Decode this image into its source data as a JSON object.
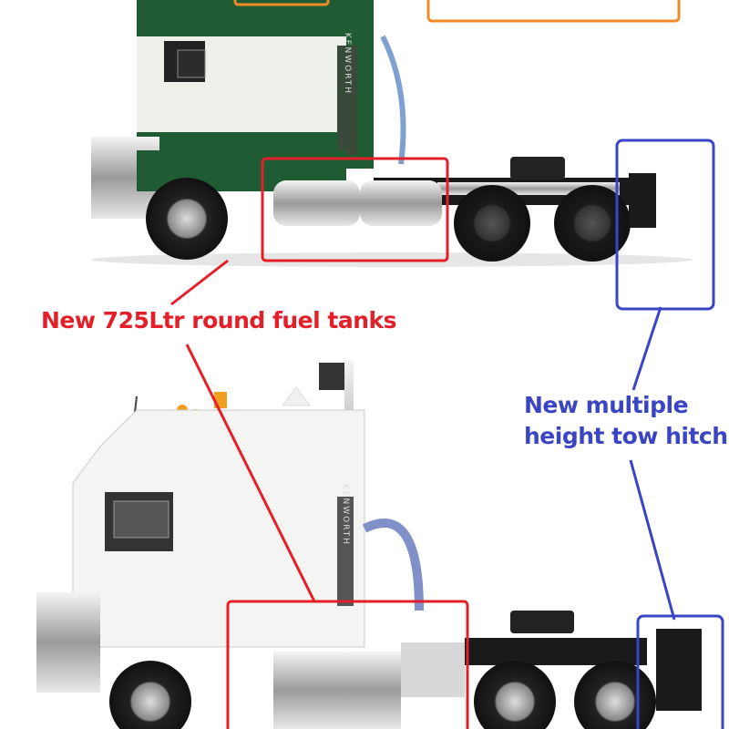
{
  "annotations": {
    "fuel_tanks": "New 725Ltr round fuel tanks",
    "tow_hitch_line1": "New multiple",
    "tow_hitch_line2": "height tow hitch"
  },
  "truck_brand_text": "KENWORTH",
  "colors": {
    "fuel_annotation": "#e3202a",
    "hitch_annotation": "#3a45c4",
    "top_box": "#f08a24",
    "top_truck_cab": "#1f5b33",
    "bottom_truck_cab": "#f4f4f2"
  }
}
